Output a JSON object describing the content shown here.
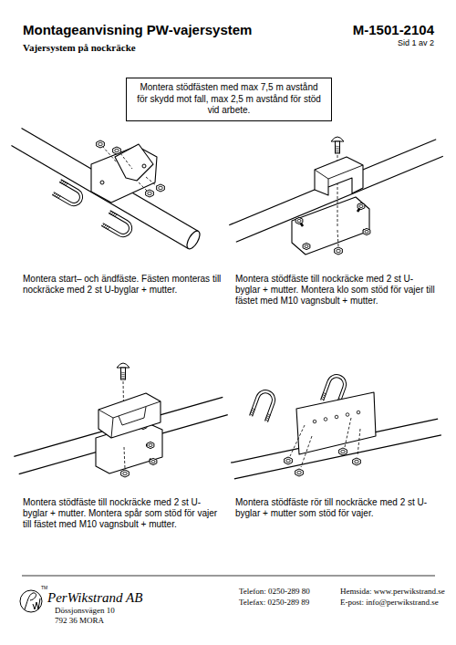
{
  "diagram": {
    "title": "Montageanvisning PW-vajersystem",
    "nodes": [
      {
        "text": [
          "Montera stödfästen med max 7,5 m avstånd för skydd mot fall, max 2,5 m avstånd för stöd vid arbete."
        ]
      }
    ],
    "labels": [
      "M-1501-2104",
      "Sid 1 av 2",
      "Vajersystem på nockräcke",
      "Montera start– och ändfäste. Fästen monteras till nockräcke med 2 st U-byglar + mutter.",
      "Montera stödfäste till nockräcke med 2 st U-byglar + mutter. Montera klo som stöd för vajer till fästet med M10 vagnsbult + mutter.",
      "Montera stödfäste till nockräcke med 2 st U-byglar + mutter. Montera spår som stöd för vajer till fästet med M10 vagnsbult + mutter.",
      "Montera stödfäste rör till nockräcke med 2 st U-byglar + mutter som stöd för vajer.",
      "TM",
      "PerWikstrand AB",
      "Dössjonsvägen 10",
      "792 36 MORA",
      "Telefon: 0250-289 80",
      "Telefax: 0250-289 89",
      "Hemsida: www.perwikstrand.se",
      "E-post: info@perwikstrand.se"
    ]
  }
}
